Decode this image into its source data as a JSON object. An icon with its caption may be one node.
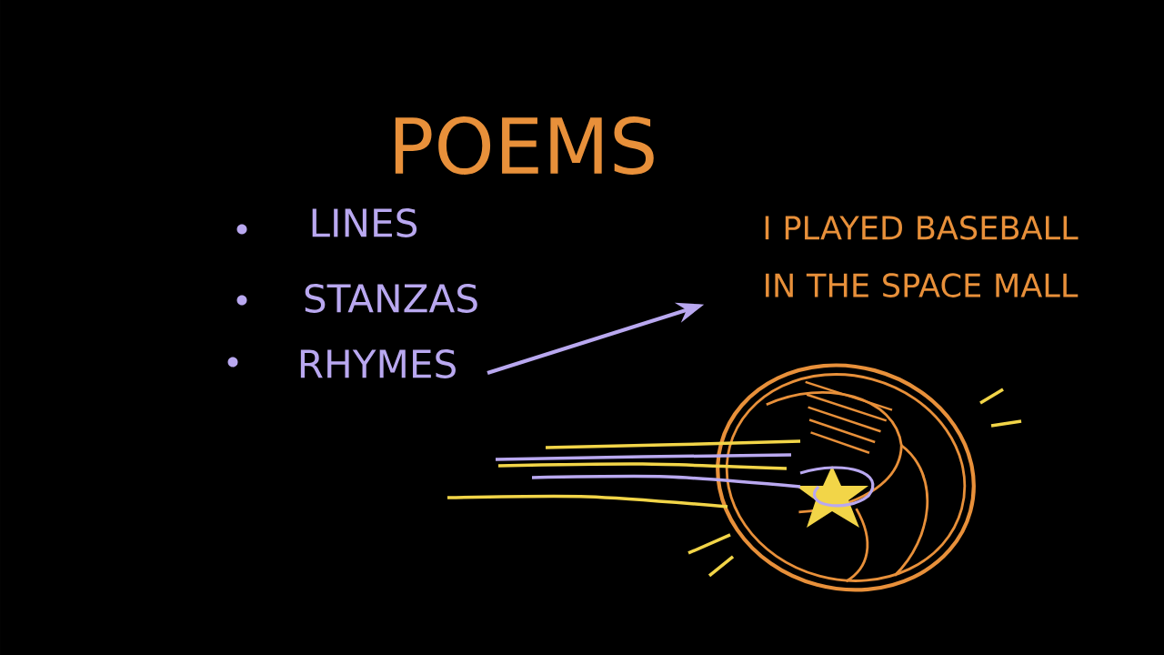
{
  "diagram": {
    "title": "POEMS",
    "nodes": [
      {
        "text": [
          "LINES"
        ]
      },
      {
        "text": [
          "STANZAS"
        ]
      },
      {
        "text": [
          "RHYMES"
        ]
      },
      {
        "text": [
          "I PLAYED BASEBALL IN THE SPACE MALL"
        ]
      }
    ],
    "edges": [
      {
        "from": 2,
        "to": 3,
        "arrow": "to"
      }
    ]
  }
}
